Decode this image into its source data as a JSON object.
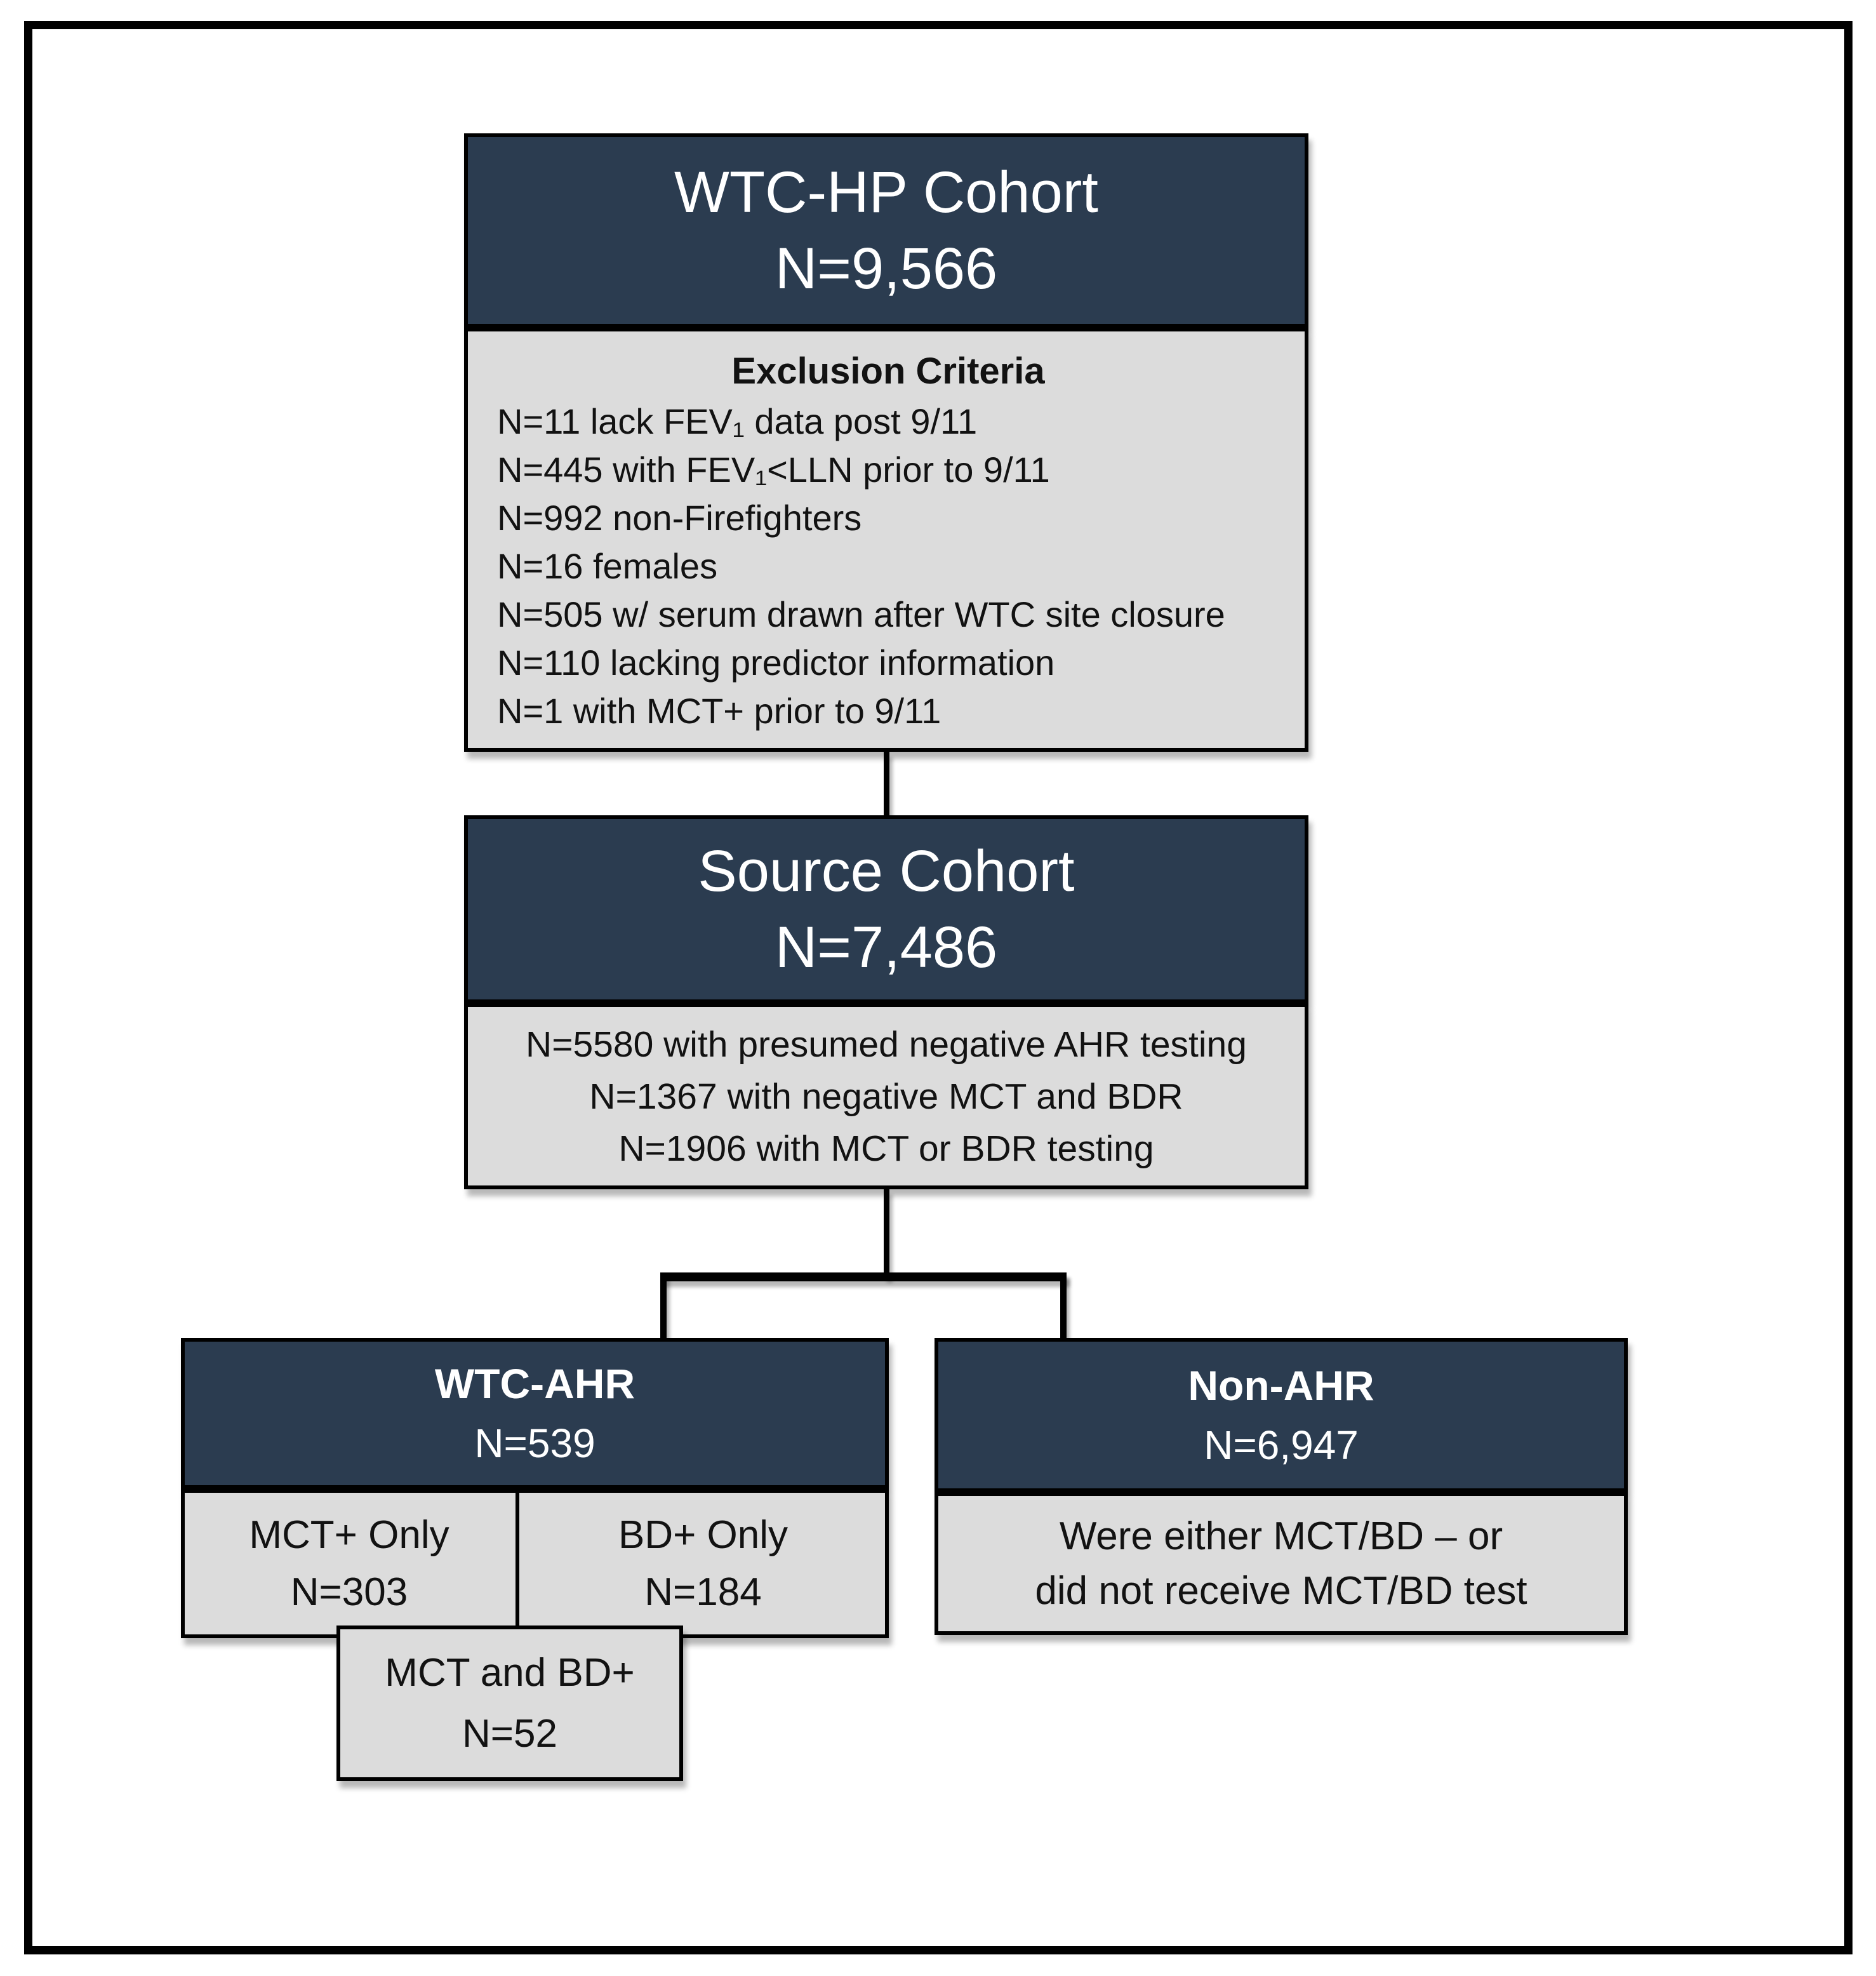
{
  "colors": {
    "navy": "#2B3C50",
    "panel_gray": "#DCDCDC",
    "line_black": "#000000",
    "text_dark": "#121212",
    "text_light": "#FFFFFF",
    "page_bg": "#FFFFFF"
  },
  "flowchart": {
    "wtc_hp": {
      "title": "WTC-HP Cohort",
      "count": "N=9,566"
    },
    "exclusion": {
      "header": "Exclusion Criteria",
      "items": [
        "N=11 lack FEV₁ data post 9/11",
        "N=445 with FEV₁<LLN prior to 9/11",
        "N=992 non-Firefighters",
        "N=16 females",
        "N=505 w/ serum drawn after WTC site closure",
        "N=110 lacking predictor information",
        "N=1 with MCT+ prior to 9/11"
      ]
    },
    "source": {
      "title": "Source Cohort",
      "count": "N=7,486"
    },
    "source_detail": {
      "items": [
        "N=5580 with presumed negative AHR testing",
        "N=1367 with negative MCT and BDR",
        "N=1906 with MCT or BDR testing"
      ]
    },
    "wtc_ahr": {
      "title": "WTC-AHR",
      "count": "N=539"
    },
    "mct_only": {
      "title": "MCT+ Only",
      "count": "N=303"
    },
    "bd_only": {
      "title": "BD+ Only",
      "count": "N=184"
    },
    "mct_and_bd": {
      "title": "MCT and BD+",
      "count": "N=52"
    },
    "non_ahr": {
      "title": "Non-AHR",
      "count": "N=6,947"
    },
    "non_ahr_detail": {
      "line1": "Were either MCT/BD – or",
      "line2": "did not receive MCT/BD test"
    }
  }
}
